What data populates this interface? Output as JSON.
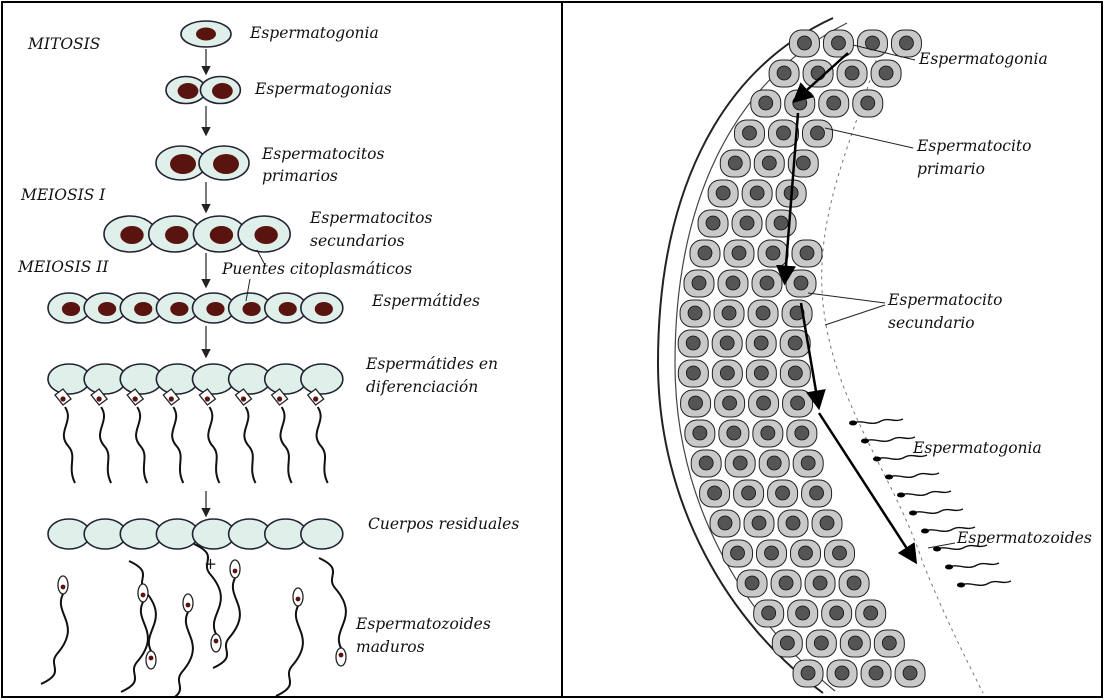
{
  "left": {
    "stages": {
      "mitosis": "MITOSIS",
      "meiosis1": "MEIOSIS I",
      "meiosis2": "MEIOSIS II"
    },
    "labels": {
      "spermatogonia": "Espermatogonia",
      "spermatogonias": "Espermatogonias",
      "primary_l1": "Espermatocitos",
      "primary_l2": "primarios",
      "secondary_l1": "Espermatocitos",
      "secondary_l2": "secundarios",
      "bridges": "Puentes citoplasmáticos",
      "spermatids": "Espermátides",
      "diff_l1": "Espermátides en",
      "diff_l2": "diferenciación",
      "residual": "Cuerpos residuales",
      "plus": "+",
      "mature_l1": "Espermatozoides",
      "mature_l2": "maduros"
    }
  },
  "right": {
    "labels": {
      "spermatogonia_top": "Espermatogonia",
      "primary_l1": "Espermatocito",
      "primary_l2": "primario",
      "secondary_l1": "Espermatocito",
      "secondary_l2": "secundario",
      "spermatogonia_mid": "Espermatogonia",
      "spermatozoa": "Espermatozoides"
    }
  },
  "colors": {
    "cell_fill": "#dff0ea",
    "nucleus": "#5a1410",
    "tissue_cell": "#c9c9c9",
    "tissue_nucleus": "#555555"
  }
}
